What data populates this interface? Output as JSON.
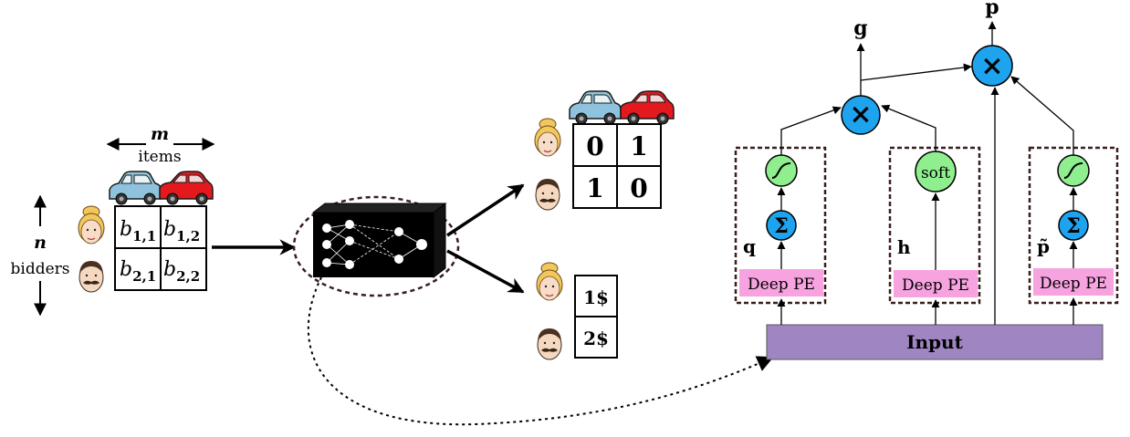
{
  "input_section": {
    "items_var": "m",
    "items_label": "items",
    "bidders_var": "n",
    "bidders_label": "bidders",
    "bid_matrix": [
      [
        "b",
        "1,1",
        "b",
        "1,2"
      ],
      [
        "b",
        "2,1",
        "b",
        "2,2"
      ]
    ]
  },
  "outputs": {
    "allocation_matrix": [
      [
        "0",
        "1"
      ],
      [
        "1",
        "0"
      ]
    ],
    "payments": [
      "1$",
      "2$"
    ]
  },
  "network": {
    "g_label": "g",
    "p_label": "p",
    "multiply_symbol": "×",
    "sum_symbol": "Σ",
    "softmax_label": "soft",
    "branches": [
      {
        "name": "q",
        "block": "Deep PE"
      },
      {
        "name": "h",
        "block": "Deep PE"
      },
      {
        "name": "p̃",
        "block": "Deep PE"
      }
    ],
    "input_label": "Input"
  },
  "colors": {
    "input_bar": "#9f86c2",
    "deep_pe": "#f7a3e0",
    "mult_node": "#1ea3ef",
    "sigmoid_node": "#8fef8f",
    "dashed_border": "#3a1e1e",
    "car_blue": "#8fc3dd",
    "car_red": "#e3191e"
  }
}
